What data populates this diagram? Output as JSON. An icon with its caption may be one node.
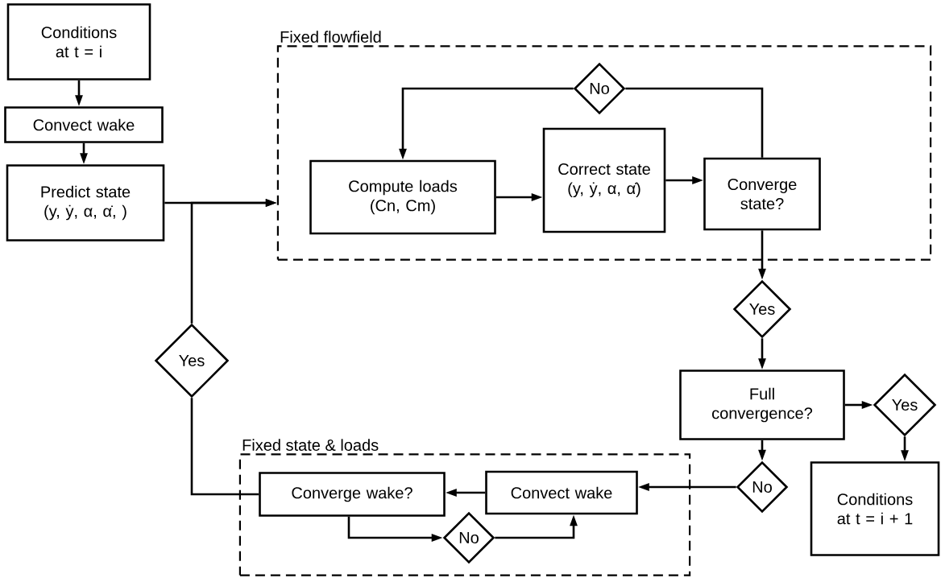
{
  "diagram": {
    "nodes": [
      {
        "text": [
          "Conditions at t = i"
        ]
      },
      {
        "text": [
          "Convect wake"
        ]
      },
      {
        "text": [
          "Predict state (y, ẏ, α, α̇, )"
        ]
      },
      {
        "text": [
          "Fixed flowfield"
        ]
      },
      {
        "text": [
          "No"
        ],
        "in": 3
      },
      {
        "text": [
          "Compute loads (Cn, Cm)"
        ],
        "in": 3
      },
      {
        "text": [
          "Correct state (y, ẏ, α, α̇)"
        ],
        "in": 3
      },
      {
        "text": [
          "Converge state?"
        ],
        "in": 3
      },
      {
        "text": [
          "Yes"
        ]
      },
      {
        "text": [
          "Full convergence?"
        ]
      },
      {
        "text": [
          "Yes"
        ]
      },
      {
        "text": [
          "Conditions at t = i + 1"
        ]
      },
      {
        "text": [
          "No"
        ]
      },
      {
        "text": [
          "Fixed state & loads"
        ]
      },
      {
        "text": [
          "Convect wake"
        ],
        "in": 13
      },
      {
        "text": [
          "Converge wake?"
        ],
        "in": 13
      },
      {
        "text": [
          "No"
        ],
        "in": 13
      },
      {
        "text": [
          "Yes"
        ]
      }
    ],
    "edges": [
      {
        "from": 0,
        "to": 1,
        "arrow": "to"
      },
      {
        "from": 1,
        "to": 2,
        "arrow": "to"
      },
      {
        "from": 2,
        "to": 3,
        "arrow": "to"
      },
      {
        "from": 17,
        "to": 3,
        "arrow": "to"
      },
      {
        "from": 5,
        "to": 6,
        "arrow": "to"
      },
      {
        "from": 6,
        "to": 7,
        "arrow": "to"
      },
      {
        "from": 7,
        "to": 4,
        "arrow": "none"
      },
      {
        "from": 4,
        "to": 5,
        "arrow": "to"
      },
      {
        "from": 7,
        "to": 8,
        "arrow": "to"
      },
      {
        "from": 8,
        "to": 9,
        "arrow": "to"
      },
      {
        "from": 9,
        "to": 10,
        "arrow": "to"
      },
      {
        "from": 10,
        "to": 11,
        "arrow": "to"
      },
      {
        "from": 9,
        "to": 12,
        "arrow": "to"
      },
      {
        "from": 12,
        "to": 14,
        "arrow": "to"
      },
      {
        "from": 14,
        "to": 15,
        "arrow": "to"
      },
      {
        "from": 15,
        "to": 16,
        "arrow": "to"
      },
      {
        "from": 16,
        "to": 14,
        "arrow": "to"
      },
      {
        "from": 15,
        "to": 17,
        "arrow": "none"
      }
    ]
  }
}
